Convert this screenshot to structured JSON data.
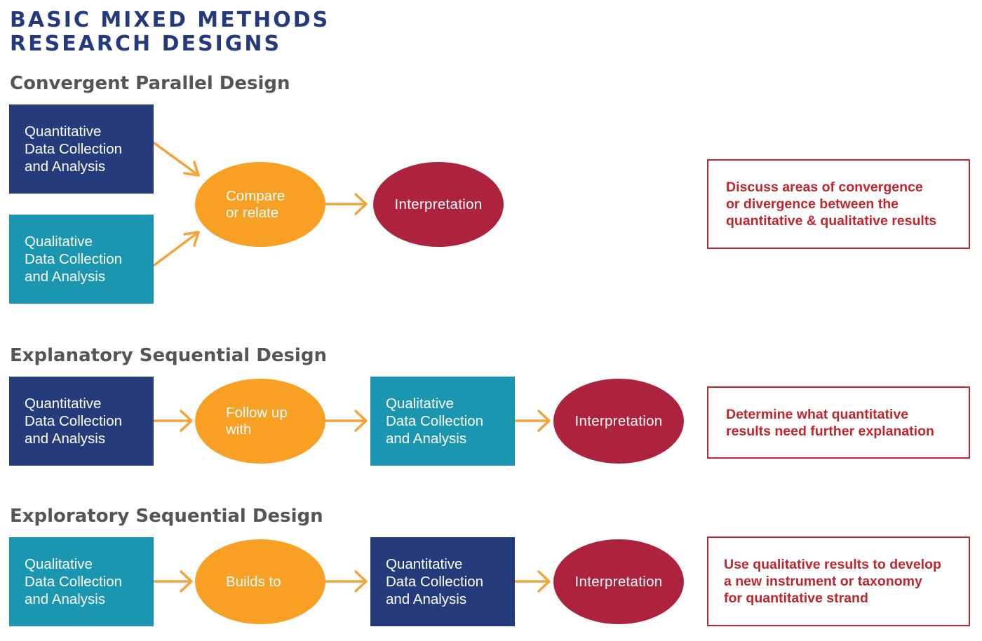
{
  "title": {
    "line1": "BASIC MIXED METHODS",
    "line2": "RESEARCH DESIGNS"
  },
  "colors": {
    "title": "#243a7d",
    "quantitative_box": "#253b7c",
    "qualitative_box": "#1b96b0",
    "connector_ellipse": "#f7a024",
    "interpretation_ellipse": "#ad223c",
    "note_text": "#c0262e",
    "arrow": "#f2a33a"
  },
  "convergent": {
    "heading": "Convergent Parallel Design",
    "quant_box": [
      "Quantitative",
      "Data Collection",
      "and Analysis"
    ],
    "qual_box": [
      "Qualitative",
      "Data Collection",
      "and Analysis"
    ],
    "connector": [
      "Compare",
      "or relate"
    ],
    "interpretation": "Interpretation",
    "note": [
      "Discuss areas of convergence",
      "or divergence between  the",
      "quantitative & qualitative results"
    ]
  },
  "explanatory": {
    "heading": "Explanatory Sequential Design",
    "first_box": [
      "Quantitative",
      "Data Collection",
      "and Analysis"
    ],
    "connector": [
      "Follow up",
      "with"
    ],
    "second_box": [
      "Qualitative",
      "Data Collection",
      "and Analysis"
    ],
    "interpretation": "Interpretation",
    "note": [
      "Determine what quantitative",
      "results need further explanation"
    ]
  },
  "exploratory": {
    "heading": "Exploratory Sequential Design",
    "first_box": [
      "Qualitative",
      "Data Collection",
      "and Analysis"
    ],
    "connector": [
      "Builds to"
    ],
    "second_box": [
      "Quantitative",
      "Data Collection",
      "and Analysis"
    ],
    "interpretation": "Interpretation",
    "note": [
      "Use qualitative results to develop",
      "a new instrument or taxonomy",
      "for quantitative strand"
    ]
  }
}
